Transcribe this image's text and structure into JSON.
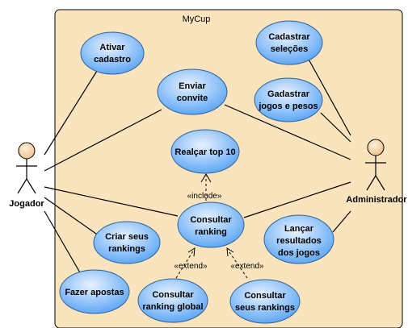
{
  "system": {
    "title": "MyCup",
    "background": "#FAE4BE",
    "border_color": "#000000"
  },
  "colors": {
    "usecase_fill_light": "#E8F2FF",
    "usecase_fill_dark": "#5FA8F5",
    "usecase_stroke": "#2D5F9E",
    "actor_fill": "#F8D7A8",
    "line": "#000000"
  },
  "actors": {
    "jogador": {
      "label": "Jogador"
    },
    "administrador": {
      "label": "Administrador"
    }
  },
  "usecases": {
    "ativar_cadastro": {
      "lines": [
        "Ativar",
        "cadastro"
      ]
    },
    "enviar_convite": {
      "lines": [
        "Enviar",
        "convite"
      ]
    },
    "cadastrar_selecoes": {
      "lines": [
        "Cadastrar",
        "seleções"
      ]
    },
    "gadastrar_jogos": {
      "lines": [
        "Gadastrar",
        "jogos e pesos"
      ]
    },
    "realcar_top10": {
      "lines": [
        "Realçar top 10"
      ]
    },
    "consultar_ranking": {
      "lines": [
        "Consultar",
        "ranking"
      ]
    },
    "criar_rankings": {
      "lines": [
        "Criar seus",
        "rankings"
      ]
    },
    "lancar_resultados": {
      "lines": [
        "Lançar",
        "resultados",
        "dos jogos"
      ]
    },
    "fazer_apostas": {
      "lines": [
        "Fazer apostas"
      ]
    },
    "consultar_global": {
      "lines": [
        "Consultar",
        "ranking global"
      ]
    },
    "consultar_seus": {
      "lines": [
        "Consultar",
        "seus rankings"
      ]
    }
  },
  "relations": {
    "include": "«include»",
    "extend_left": "«extend»",
    "extend_right": "«extend»"
  }
}
